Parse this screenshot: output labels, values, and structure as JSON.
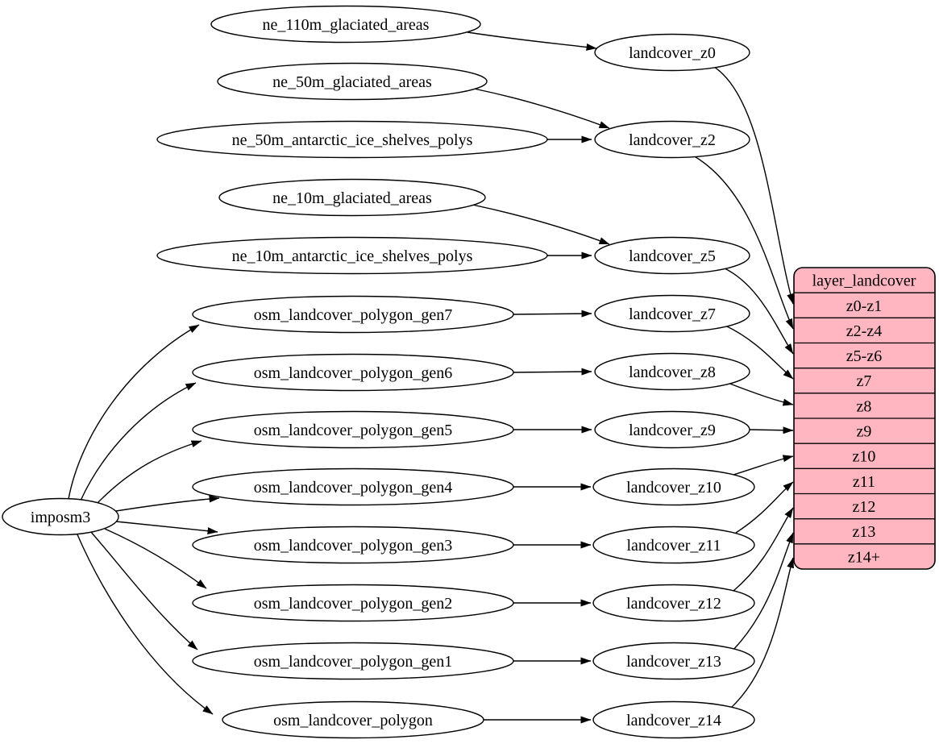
{
  "diagram": {
    "importer": {
      "label": "imposm3"
    },
    "source_tables": [
      {
        "label": "ne_110m_glaciated_areas"
      },
      {
        "label": "ne_50m_glaciated_areas"
      },
      {
        "label": "ne_50m_antarctic_ice_shelves_polys"
      },
      {
        "label": "ne_10m_glaciated_areas"
      },
      {
        "label": "ne_10m_antarctic_ice_shelves_polys"
      },
      {
        "label": "osm_landcover_polygon_gen7"
      },
      {
        "label": "osm_landcover_polygon_gen6"
      },
      {
        "label": "osm_landcover_polygon_gen5"
      },
      {
        "label": "osm_landcover_polygon_gen4"
      },
      {
        "label": "osm_landcover_polygon_gen3"
      },
      {
        "label": "osm_landcover_polygon_gen2"
      },
      {
        "label": "osm_landcover_polygon_gen1"
      },
      {
        "label": "osm_landcover_polygon"
      }
    ],
    "generalized_tables": [
      {
        "label": "landcover_z0"
      },
      {
        "label": "landcover_z2"
      },
      {
        "label": "landcover_z5"
      },
      {
        "label": "landcover_z7"
      },
      {
        "label": "landcover_z8"
      },
      {
        "label": "landcover_z9"
      },
      {
        "label": "landcover_z10"
      },
      {
        "label": "landcover_z11"
      },
      {
        "label": "landcover_z12"
      },
      {
        "label": "landcover_z13"
      },
      {
        "label": "landcover_z14"
      }
    ],
    "layer": {
      "title": "layer_landcover",
      "zoom_rows": [
        "z0-z1",
        "z2-z4",
        "z5-z6",
        "z7",
        "z8",
        "z9",
        "z10",
        "z11",
        "z12",
        "z13",
        "z14+"
      ]
    },
    "colors": {
      "layer_fill": "#ffb6c1",
      "node_fill": "#ffffff",
      "stroke": "#000000"
    },
    "edges": [
      "ne_110m_glaciated_areas -> landcover_z0",
      "ne_50m_glaciated_areas -> landcover_z2",
      "ne_50m_antarctic_ice_shelves_polys -> landcover_z2",
      "ne_10m_glaciated_areas -> landcover_z5",
      "ne_10m_antarctic_ice_shelves_polys -> landcover_z5",
      "imposm3 -> osm_landcover_polygon_gen7",
      "imposm3 -> osm_landcover_polygon_gen6",
      "imposm3 -> osm_landcover_polygon_gen5",
      "imposm3 -> osm_landcover_polygon_gen4",
      "imposm3 -> osm_landcover_polygon_gen3",
      "imposm3 -> osm_landcover_polygon_gen2",
      "imposm3 -> osm_landcover_polygon_gen1",
      "imposm3 -> osm_landcover_polygon",
      "osm_landcover_polygon_gen7 -> landcover_z7",
      "osm_landcover_polygon_gen6 -> landcover_z8",
      "osm_landcover_polygon_gen5 -> landcover_z9",
      "osm_landcover_polygon_gen4 -> landcover_z10",
      "osm_landcover_polygon_gen3 -> landcover_z11",
      "osm_landcover_polygon_gen2 -> landcover_z12",
      "osm_landcover_polygon_gen1 -> landcover_z13",
      "osm_landcover_polygon -> landcover_z14",
      "landcover_z0 -> layer_landcover:z0-z1",
      "landcover_z2 -> layer_landcover:z2-z4",
      "landcover_z5 -> layer_landcover:z5-z6",
      "landcover_z7 -> layer_landcover:z7",
      "landcover_z8 -> layer_landcover:z8",
      "landcover_z9 -> layer_landcover:z9",
      "landcover_z10 -> layer_landcover:z10",
      "landcover_z11 -> layer_landcover:z11",
      "landcover_z12 -> layer_landcover:z12",
      "landcover_z13 -> layer_landcover:z13",
      "landcover_z14 -> layer_landcover:z14+"
    ]
  }
}
